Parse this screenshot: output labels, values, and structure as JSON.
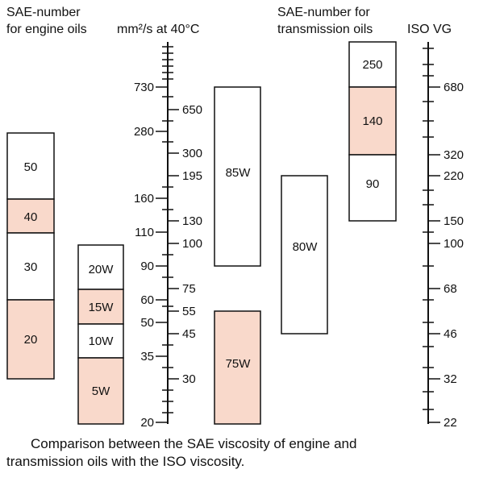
{
  "headers": {
    "sae_engine_line1": "SAE-number",
    "sae_engine_line2": "for engine oils",
    "kinematic": "mm²/s at 40°C",
    "sae_trans_line1": "SAE-number for",
    "sae_trans_line2": "transmission oils",
    "iso": "ISO VG"
  },
  "colors": {
    "shaded": "#f9d9cb",
    "line": "#111111",
    "plain": "#ffffff"
  },
  "scale_left": {
    "labels": [
      "730",
      "280",
      "160",
      "110",
      "90",
      "60",
      "50",
      "35",
      "20"
    ]
  },
  "scale_mid": {
    "labels": [
      "650",
      "300",
      "195",
      "130",
      "100",
      "75",
      "55",
      "45",
      "30"
    ]
  },
  "scale_iso": {
    "labels": [
      "680",
      "320",
      "220",
      "150",
      "100",
      "68",
      "46",
      "32",
      "22"
    ]
  },
  "engine_grades": [
    {
      "label": "50",
      "shaded": false
    },
    {
      "label": "40",
      "shaded": true
    },
    {
      "label": "30",
      "shaded": false
    },
    {
      "label": "20",
      "shaded": true
    }
  ],
  "winter_grades": [
    {
      "label": "20W",
      "shaded": false
    },
    {
      "label": "15W",
      "shaded": true
    },
    {
      "label": "10W",
      "shaded": false
    },
    {
      "label": "5W",
      "shaded": true
    }
  ],
  "trans_w_grades": [
    {
      "label": "85W",
      "shaded": false
    },
    {
      "label": "75W",
      "shaded": true
    },
    {
      "label": "80W",
      "shaded": false
    }
  ],
  "trans_grades": [
    {
      "label": "250",
      "shaded": false
    },
    {
      "label": "140",
      "shaded": true
    },
    {
      "label": "90",
      "shaded": false
    }
  ],
  "caption": {
    "line1": "Comparison between the SAE viscosity of engine and",
    "line2": "transmission oils with the ISO viscosity."
  }
}
